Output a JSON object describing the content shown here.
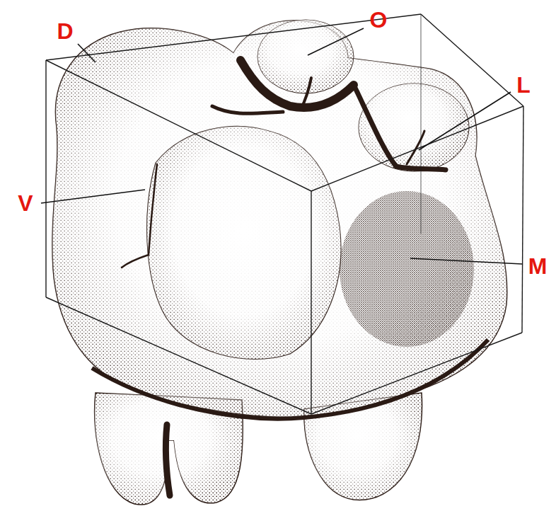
{
  "diagram": {
    "labels": [
      "D",
      "O",
      "L",
      "V",
      "M"
    ]
  }
}
